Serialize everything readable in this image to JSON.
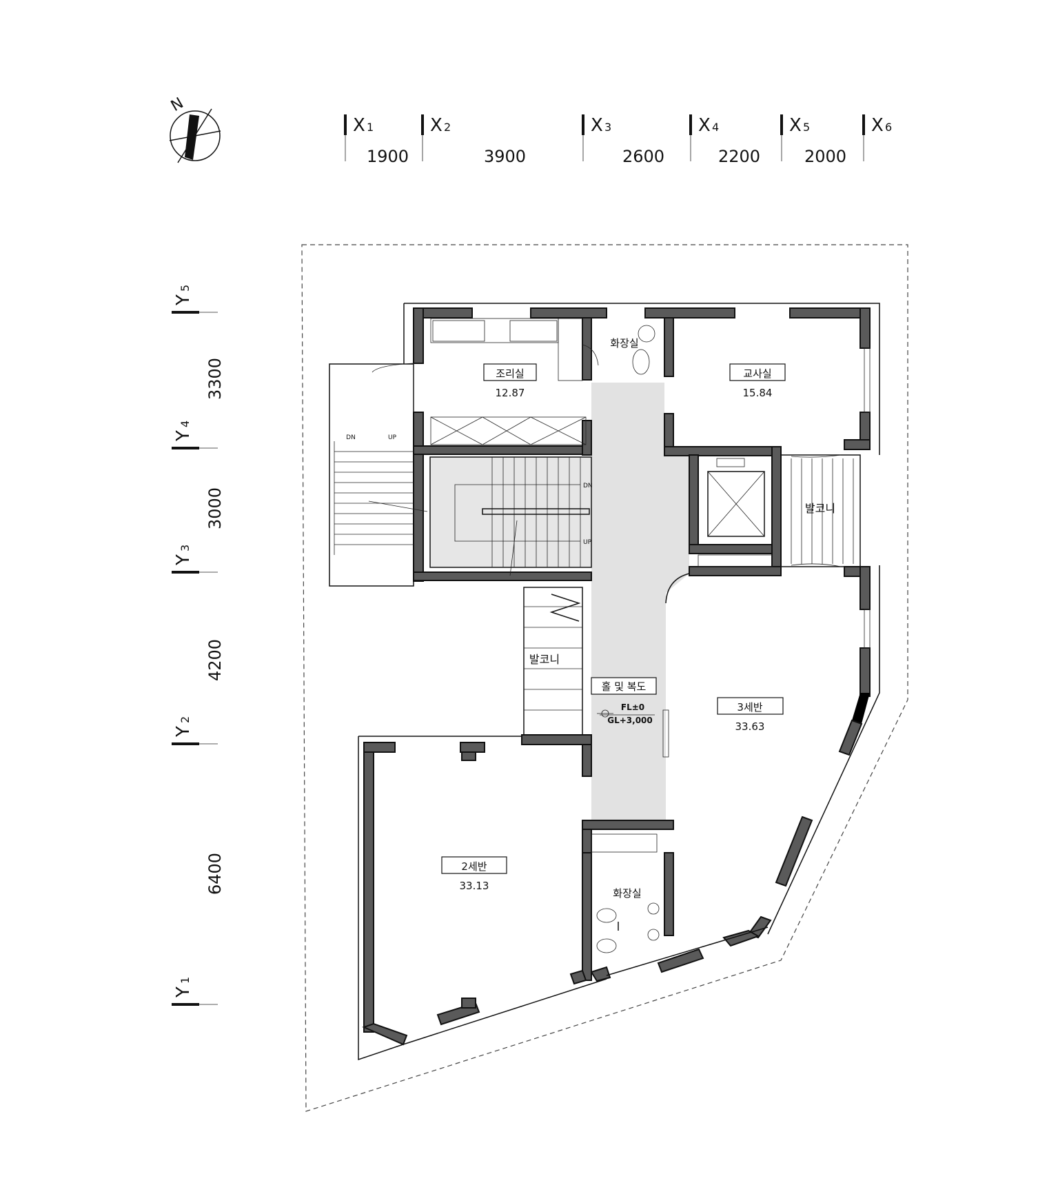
{
  "grid": {
    "x_axes": [
      {
        "label": "X",
        "sub": "1"
      },
      {
        "label": "X",
        "sub": "2"
      },
      {
        "label": "X",
        "sub": "3"
      },
      {
        "label": "X",
        "sub": "4"
      },
      {
        "label": "X",
        "sub": "5"
      },
      {
        "label": "X",
        "sub": "6"
      }
    ],
    "x_dims": [
      "1900",
      "3900",
      "2600",
      "2200",
      "2000"
    ],
    "y_axes": [
      {
        "label": "Y",
        "sub": "5"
      },
      {
        "label": "Y",
        "sub": "4"
      },
      {
        "label": "Y",
        "sub": "3"
      },
      {
        "label": "Y",
        "sub": "2"
      },
      {
        "label": "Y",
        "sub": "1"
      }
    ],
    "y_dims": [
      "3300",
      "3000",
      "4200",
      "6400"
    ]
  },
  "north": "N",
  "rooms": {
    "kitchen": {
      "name": "조리실",
      "area": "12.87"
    },
    "teachers": {
      "name": "교사실",
      "area": "15.84"
    },
    "toilet_top": {
      "name": "화장실"
    },
    "toilet_bottom": {
      "name": "화장실"
    },
    "balcony_east": {
      "name": "발코니"
    },
    "balcony_west": {
      "name": "발코니"
    },
    "hall": {
      "name": "홀 및 복도"
    },
    "class3": {
      "name": "3세반",
      "area": "33.63"
    },
    "class2": {
      "name": "2세반",
      "area": "33.13"
    }
  },
  "level": {
    "fl": "FL±0",
    "gl": "GL+3,000"
  },
  "stairs": {
    "dn": "DN",
    "up": "UP",
    "dn2": "DN",
    "up2": "UP"
  }
}
